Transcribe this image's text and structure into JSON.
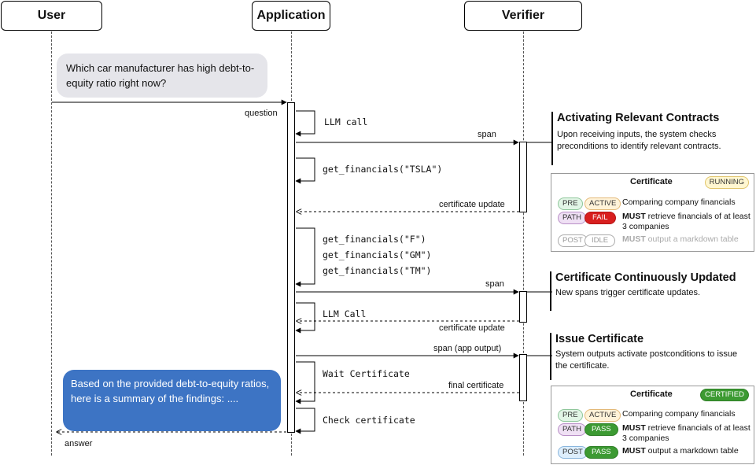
{
  "actors": {
    "user": "User",
    "application": "Application",
    "verifier": "Verifier"
  },
  "bubbles": {
    "question": "Which car manufacturer has high debt-to-equity ratio right now?",
    "answer": "Based on the provided debt-to-equity ratios, here is a summary of the findings: ...."
  },
  "messages": {
    "question": "question",
    "answer": "answer",
    "llm_call": "LLM call",
    "span1": "span",
    "get_tsla": "get_financials(\"TSLA\")",
    "cert_update1": "certificate update",
    "get_f": "get_financials(\"F\")",
    "get_gm": "get_financials(\"GM\")",
    "get_tm": "get_financials(\"TM\")",
    "span2": "span",
    "llm_call2": "LLM Call",
    "cert_update2": "certificate update",
    "span_app_output": "span (app output)",
    "wait_cert": "Wait Certificate",
    "final_cert": "final certificate",
    "check_cert": "Check certificate"
  },
  "notes": [
    {
      "title": "Activating Relevant Contracts",
      "desc": "Upon receiving inputs, the system checks preconditions to identify relevant contracts."
    },
    {
      "title": "Certificate Continuously Updated",
      "desc": "New spans trigger certificate updates."
    },
    {
      "title": "Issue Certificate",
      "desc": "System outputs activate postconditions to issue the certificate."
    }
  ],
  "cert_running": {
    "title": "Certificate",
    "status": "RUNNING",
    "rows": [
      {
        "type": "PRE",
        "state": "ACTIVE",
        "bold": "",
        "text": "Comparing company financials"
      },
      {
        "type": "PATH",
        "state": "FAIL",
        "bold": "MUST",
        "text": " retrieve financials of at least 3 companies"
      },
      {
        "type": "POST",
        "state": "IDLE",
        "bold": "MUST",
        "text": " output a markdown table"
      }
    ]
  },
  "cert_certified": {
    "title": "Certificate",
    "status": "CERTIFIED",
    "rows": [
      {
        "type": "PRE",
        "state": "ACTIVE",
        "bold": "",
        "text": "Comparing company financials"
      },
      {
        "type": "PATH",
        "state": "PASS",
        "bold": "MUST",
        "text": " retrieve financials of at least 3 companies"
      },
      {
        "type": "POST",
        "state": "PASS",
        "bold": "MUST",
        "text": " output a markdown table"
      }
    ]
  },
  "colors": {
    "answer_bubble": "#3d74c4",
    "question_bubble": "#e5e5ea",
    "fail": "#d81f1f",
    "pass": "#3c9a32"
  }
}
